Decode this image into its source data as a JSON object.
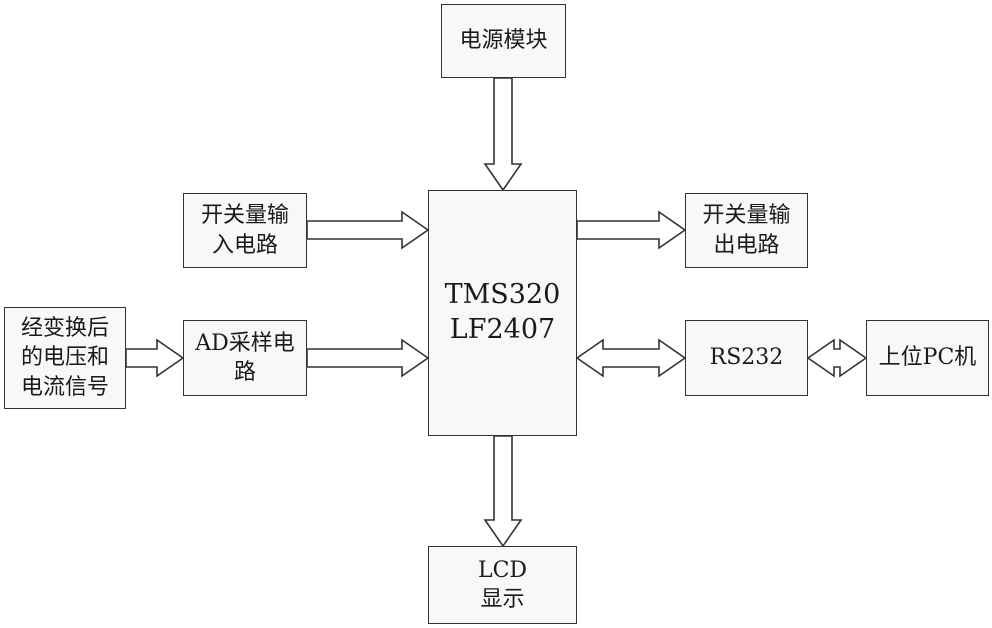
{
  "diagram": {
    "nodes": {
      "power": {
        "lines": [
          "电源模块"
        ]
      },
      "dsp": {
        "lines": [
          "TMS320",
          "LF2407"
        ]
      },
      "switch_in": {
        "lines": [
          "开关量输",
          "入电路"
        ]
      },
      "switch_out": {
        "lines": [
          "开关量输",
          "出电路"
        ]
      },
      "signal_src": {
        "lines": [
          "经变换后",
          "的电压和",
          "电流信号"
        ]
      },
      "ad": {
        "lines": [
          "AD采样电",
          "路"
        ]
      },
      "rs232": {
        "lines": [
          "RS232"
        ]
      },
      "host_pc": {
        "lines": [
          "上位PC机"
        ]
      },
      "lcd": {
        "lines": [
          "LCD",
          "显示"
        ]
      }
    },
    "edges": [
      {
        "from": "power",
        "to": "dsp",
        "style": "single"
      },
      {
        "from": "switch_in",
        "to": "dsp",
        "style": "single"
      },
      {
        "from": "signal_src",
        "to": "ad",
        "style": "single"
      },
      {
        "from": "ad",
        "to": "dsp",
        "style": "single"
      },
      {
        "from": "dsp",
        "to": "switch_out",
        "style": "single"
      },
      {
        "from": "dsp",
        "to": "rs232",
        "style": "double"
      },
      {
        "from": "rs232",
        "to": "host_pc",
        "style": "double"
      },
      {
        "from": "dsp",
        "to": "lcd",
        "style": "single"
      }
    ]
  }
}
